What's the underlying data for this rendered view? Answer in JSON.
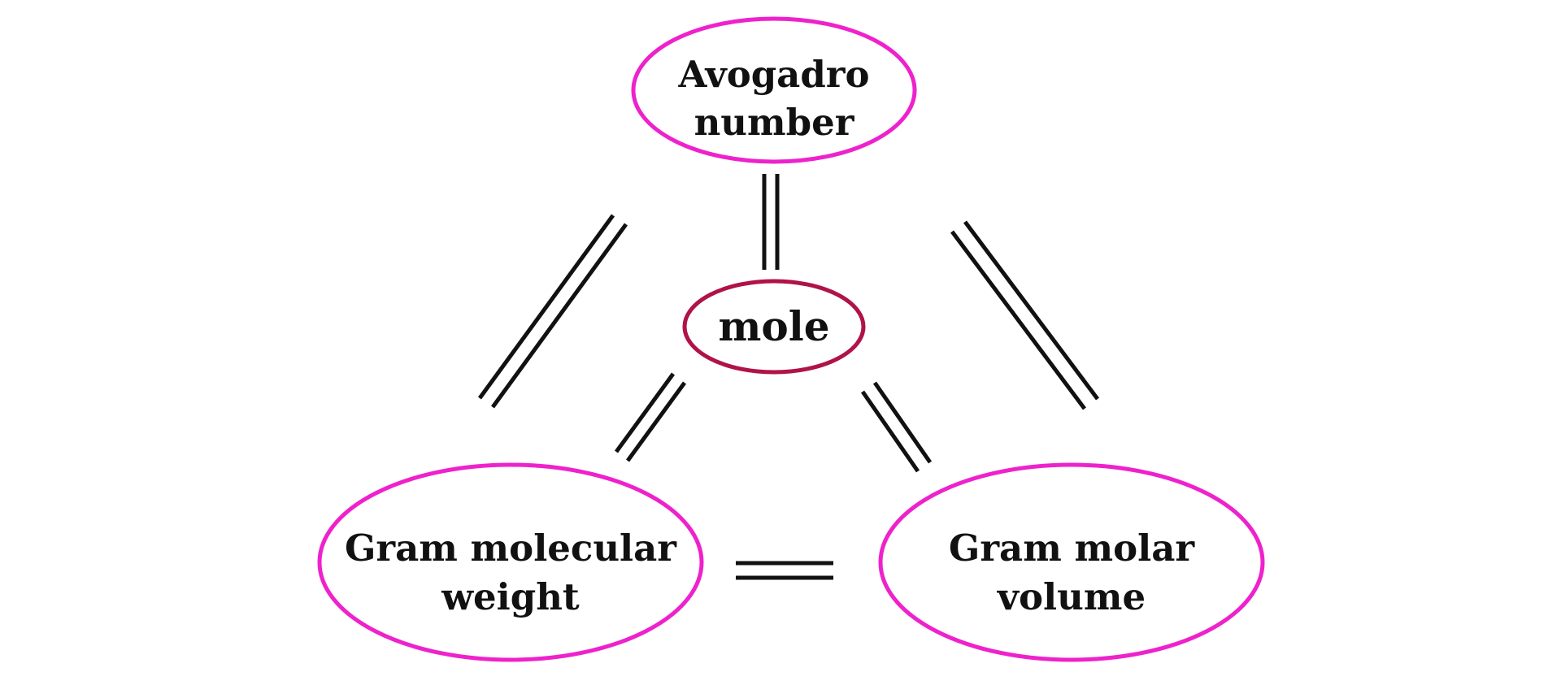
{
  "nodes": {
    "avogadro": {
      "line1": "Avogadro",
      "line2": "number"
    },
    "mole": {
      "label": "mole"
    },
    "gram_molecular_weight": {
      "line1": "Gram molecular",
      "line2": "weight"
    },
    "gram_molar_volume": {
      "line1": "Gram molar",
      "line2": "volume"
    }
  },
  "colors": {
    "outer_ellipse": "#ee22cc",
    "mole_ellipse": "#b0124a",
    "connector": "#111111"
  },
  "connectors": [
    {
      "from": "avogadro",
      "to": "mole",
      "style": "double-line"
    },
    {
      "from": "avogadro",
      "to": "gram_molecular_weight",
      "style": "double-line"
    },
    {
      "from": "avogadro",
      "to": "gram_molar_volume",
      "style": "double-line"
    },
    {
      "from": "mole",
      "to": "gram_molecular_weight",
      "style": "double-line"
    },
    {
      "from": "mole",
      "to": "gram_molar_volume",
      "style": "double-line"
    },
    {
      "from": "gram_molecular_weight",
      "to": "gram_molar_volume",
      "style": "double-line"
    }
  ]
}
